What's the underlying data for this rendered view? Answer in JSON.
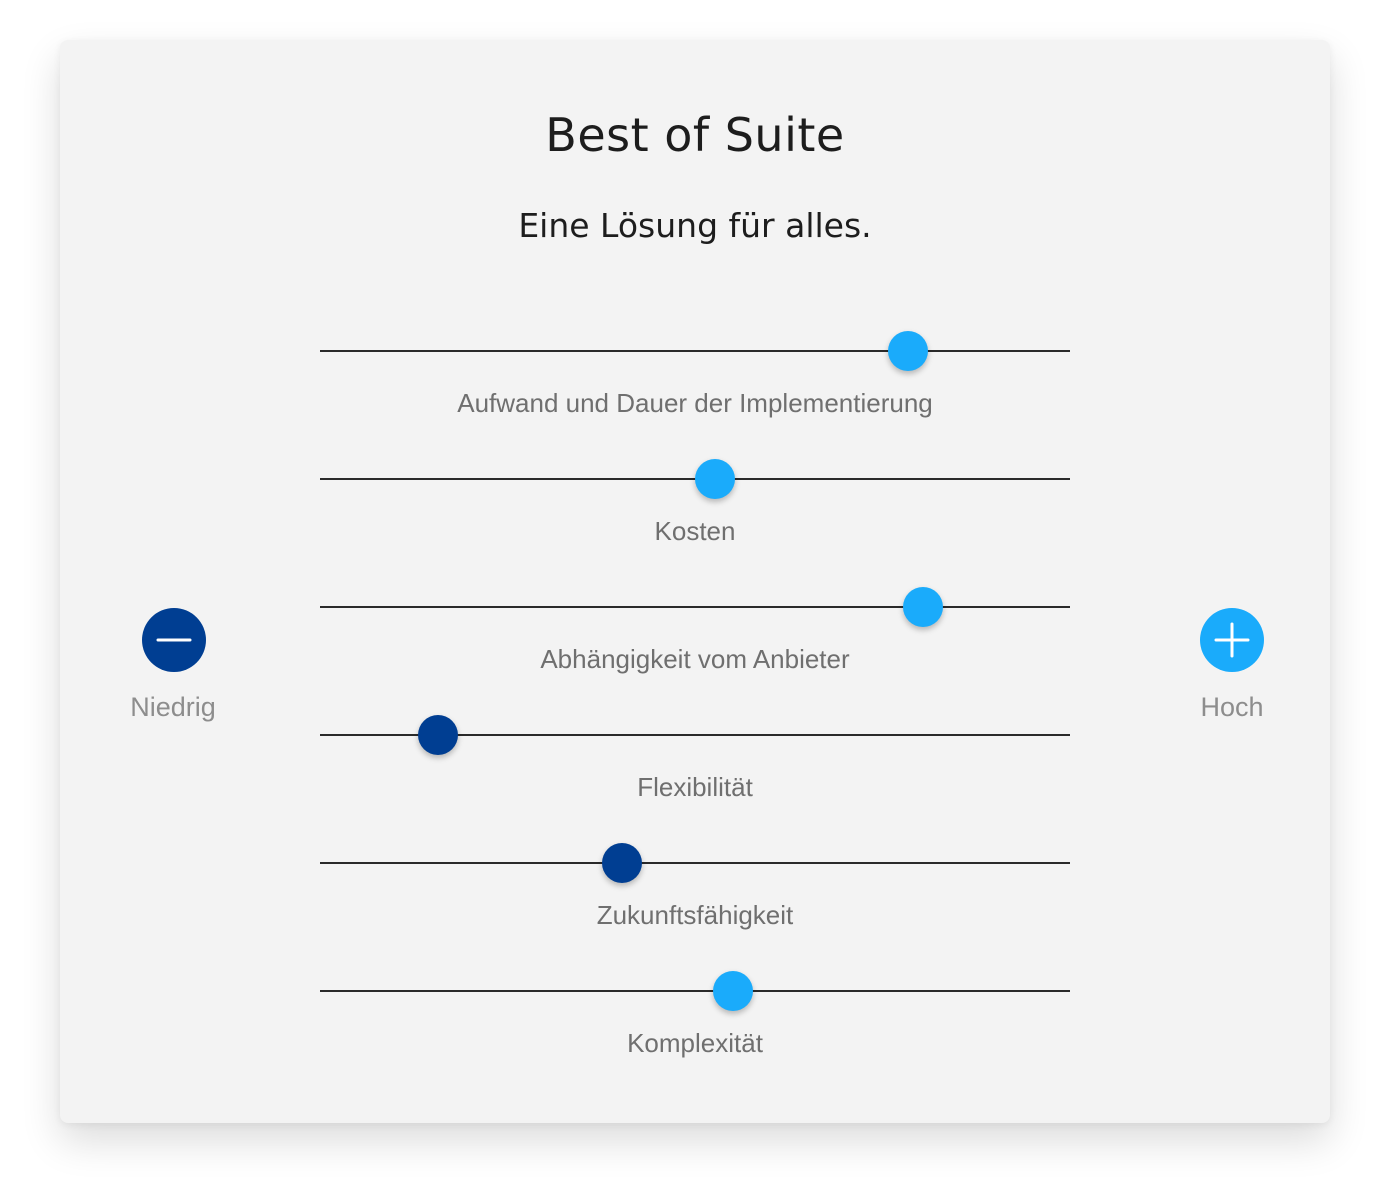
{
  "header": {
    "title": "Best of Suite",
    "subtitle": "Eine Lösung für alles."
  },
  "scale": {
    "low_label": "Niedrig",
    "high_label": "Hoch",
    "low_icon": "minus-icon",
    "high_icon": "plus-icon",
    "low_color": "#003e92",
    "high_color": "#1aabfb"
  },
  "sliders": [
    {
      "label": "Aufwand und Dauer der Implementierung",
      "value": 0.784,
      "color": "#1aabfb"
    },
    {
      "label": "Kosten",
      "value": 0.527,
      "color": "#1aabfb"
    },
    {
      "label": "Abhängigkeit vom Anbieter",
      "value": 0.804,
      "color": "#1aabfb"
    },
    {
      "label": "Flexibilität",
      "value": 0.157,
      "color": "#003e92"
    },
    {
      "label": "Zukunftsfähigkeit",
      "value": 0.403,
      "color": "#003e92"
    },
    {
      "label": "Komplexität",
      "value": 0.551,
      "color": "#1aabfb"
    }
  ]
}
